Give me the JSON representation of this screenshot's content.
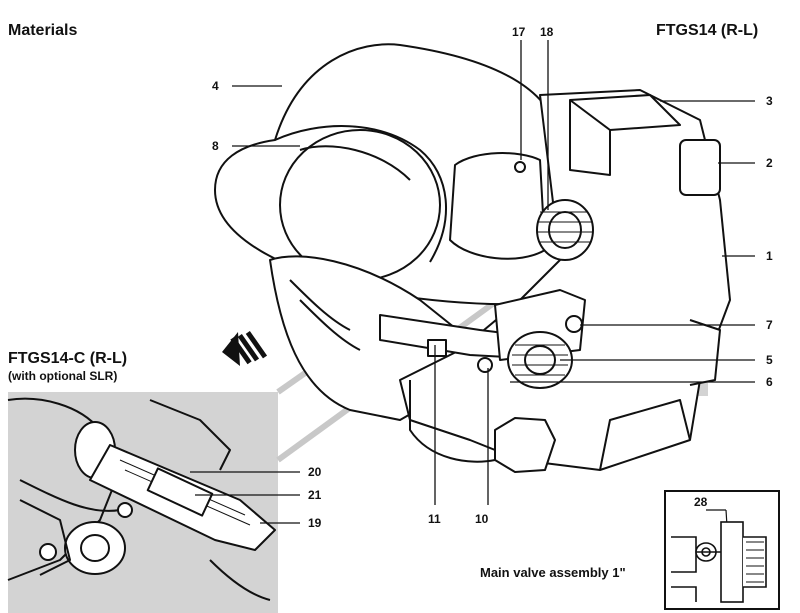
{
  "header": {
    "left_title": "Materials",
    "right_title": "FTGS14 (R-L)"
  },
  "inset_left": {
    "title": "FTGS14-C (R-L)",
    "subtitle": "(with optional SLR)"
  },
  "inset_right": {
    "caption": "Main valve assembly 1\""
  },
  "callouts": {
    "c1": "1",
    "c2": "2",
    "c3": "3",
    "c4": "4",
    "c5": "5",
    "c6": "6",
    "c7": "7",
    "c8": "8",
    "c10": "10",
    "c11": "11",
    "c17": "17",
    "c18": "18",
    "c19": "19",
    "c20": "20",
    "c21": "21",
    "c28": "28"
  },
  "colors": {
    "highlight": "#d3d3d3",
    "line": "#111111"
  }
}
